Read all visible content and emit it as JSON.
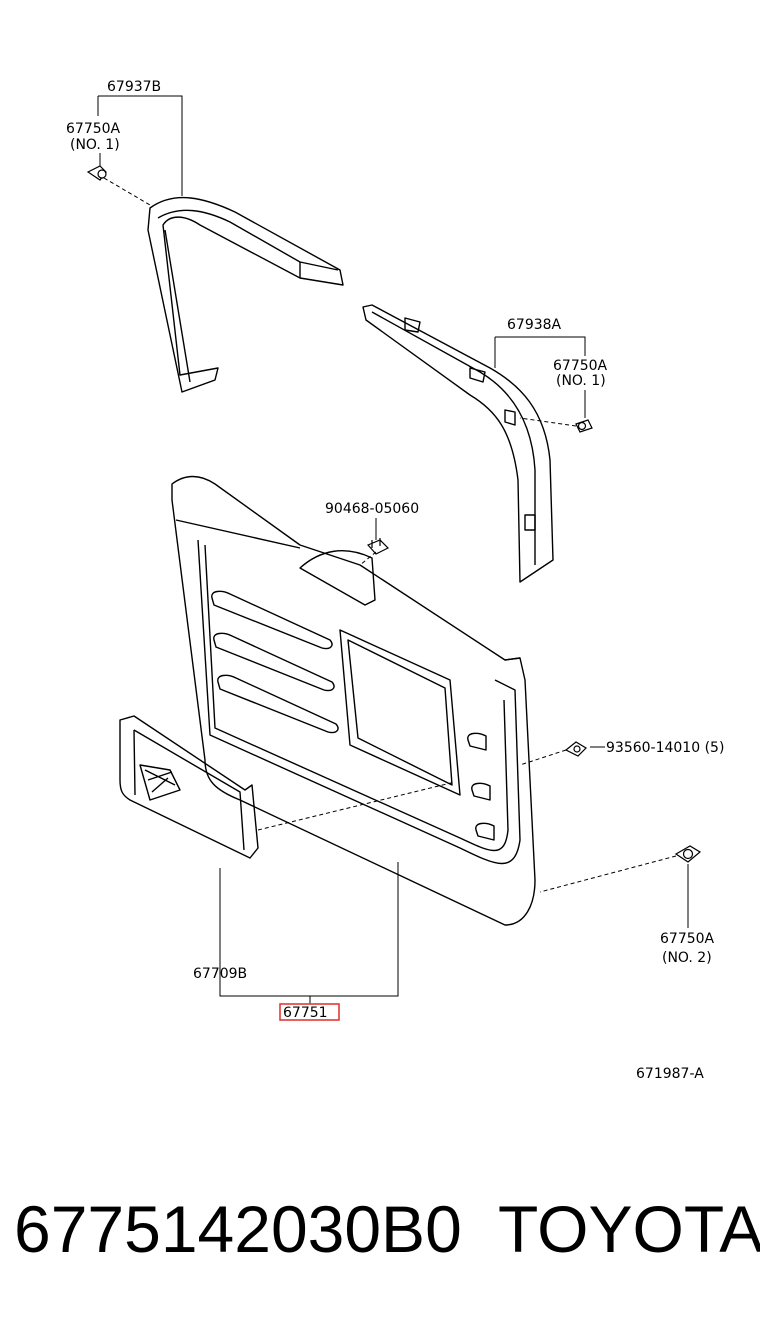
{
  "diagram": {
    "callouts": {
      "top_trim": "67937B",
      "top_clip": "67750A",
      "top_clip_note": "(NO. 1)",
      "right_trim": "67938A",
      "right_clip": "67750A",
      "right_clip_note": "(NO. 1)",
      "center_clip": "90468-05060",
      "screw": "93560-14010 (5)",
      "bottom_clip": "67750A",
      "bottom_clip_note": "(NO. 2)",
      "pocket": "67709B",
      "main_panel": "67751"
    },
    "figure_code": "671987-A",
    "highlight_color": "#e23a3a"
  },
  "footer": {
    "part_number": "6775142030B0",
    "brand": "TOYOTA"
  }
}
